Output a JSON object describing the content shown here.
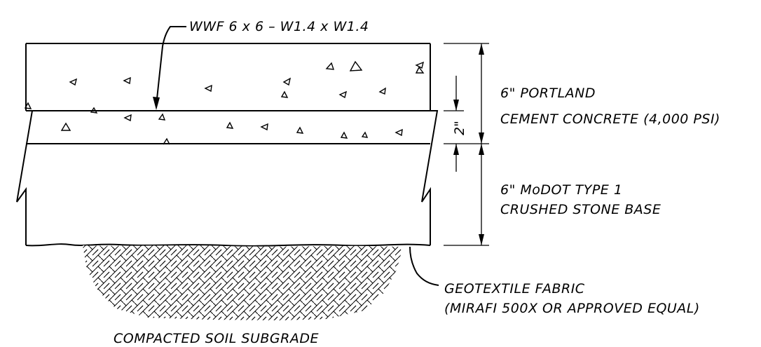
{
  "labels": {
    "wwf": "WWF 6 x 6 – W1.4 x W1.4",
    "concrete_line1": "6\" PORTLAND",
    "concrete_line2": "CEMENT CONCRETE (4,000 PSI)",
    "base_line1": "6\" MoDOT TYPE 1",
    "base_line2": "CRUSHED STONE BASE",
    "fabric_line1": "GEOTEXTILE FABRIC",
    "fabric_line2": "(MIRAFI 500X OR APPROVED EQUAL)",
    "subgrade": "COMPACTED SOIL SUBGRADE",
    "dimension_2in": "2\""
  }
}
